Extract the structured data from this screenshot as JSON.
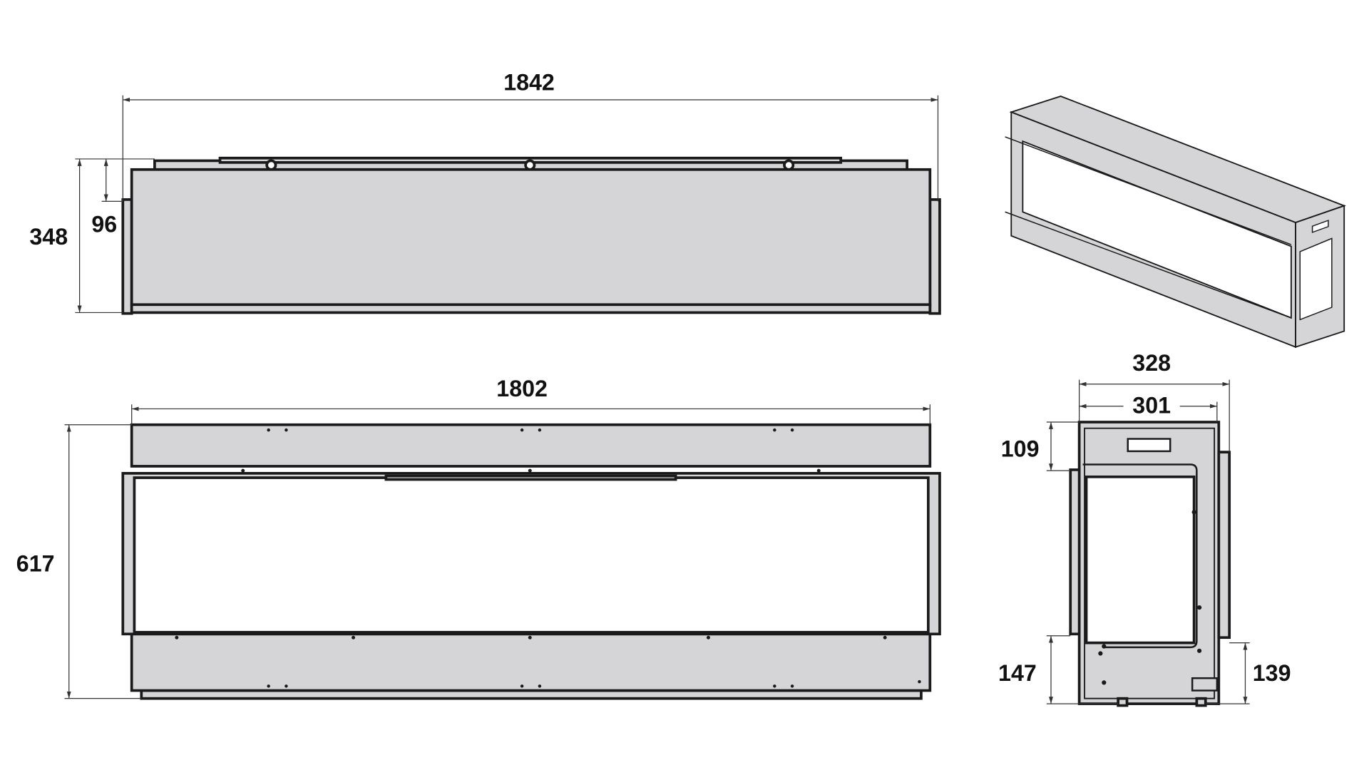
{
  "front_top_view": {
    "width_label": "1842",
    "height_label": "348",
    "offset_label": "96"
  },
  "front_bottom_view": {
    "width_label": "1802",
    "height_label": "617"
  },
  "side_view": {
    "outer_depth_label": "328",
    "inner_depth_label": "301",
    "top_offset_label": "109",
    "bottom_left_label": "147",
    "bottom_right_label": "139"
  },
  "colors": {
    "panel": "#d5d5d7",
    "line": "#1a1a1a"
  }
}
